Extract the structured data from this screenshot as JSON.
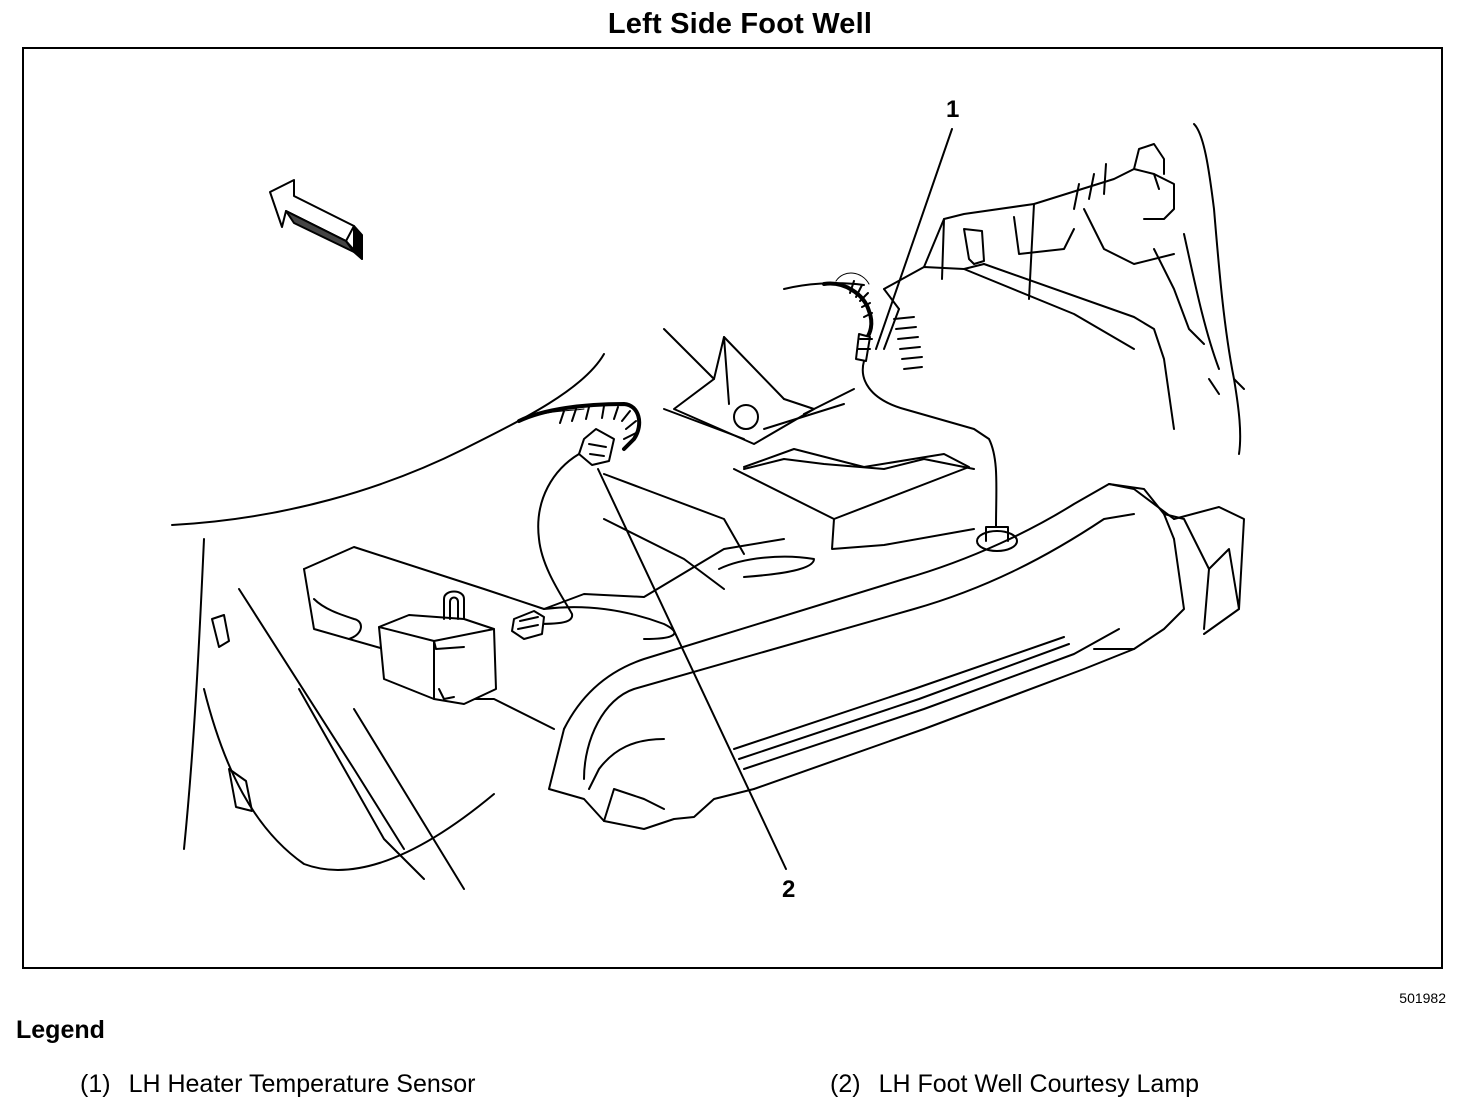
{
  "diagram": {
    "title": "Left Side Foot Well",
    "figure_id": "501982",
    "callouts": [
      "1",
      "2"
    ]
  },
  "legend": {
    "title": "Legend",
    "items": [
      {
        "number": "(1)",
        "label": "LH Heater Temperature Sensor"
      },
      {
        "number": "(2)",
        "label": "LH Foot Well Courtesy Lamp"
      }
    ]
  }
}
